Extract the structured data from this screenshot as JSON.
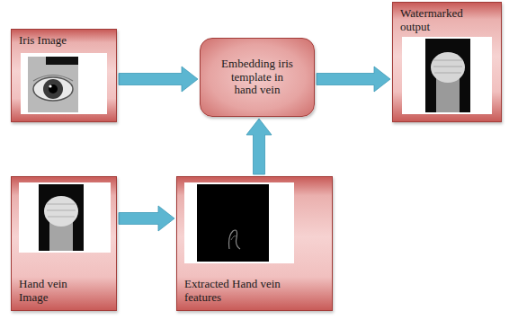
{
  "diagram": {
    "nodes": [
      {
        "text": [
          "Iris Image"
        ]
      },
      {
        "text": [
          "Embedding iris template in hand vein"
        ]
      },
      {
        "text": [
          "Watermarked output"
        ]
      },
      {
        "text": [
          "Hand vein Image"
        ]
      },
      {
        "text": [
          "Extracted Hand vein features"
        ]
      }
    ],
    "edges": [
      {
        "from": 0,
        "to": 1,
        "arrow": "to"
      },
      {
        "from": 1,
        "to": 2,
        "arrow": "to"
      },
      {
        "from": 3,
        "to": 4,
        "arrow": "to"
      },
      {
        "from": 4,
        "to": 1,
        "arrow": "to"
      }
    ]
  }
}
